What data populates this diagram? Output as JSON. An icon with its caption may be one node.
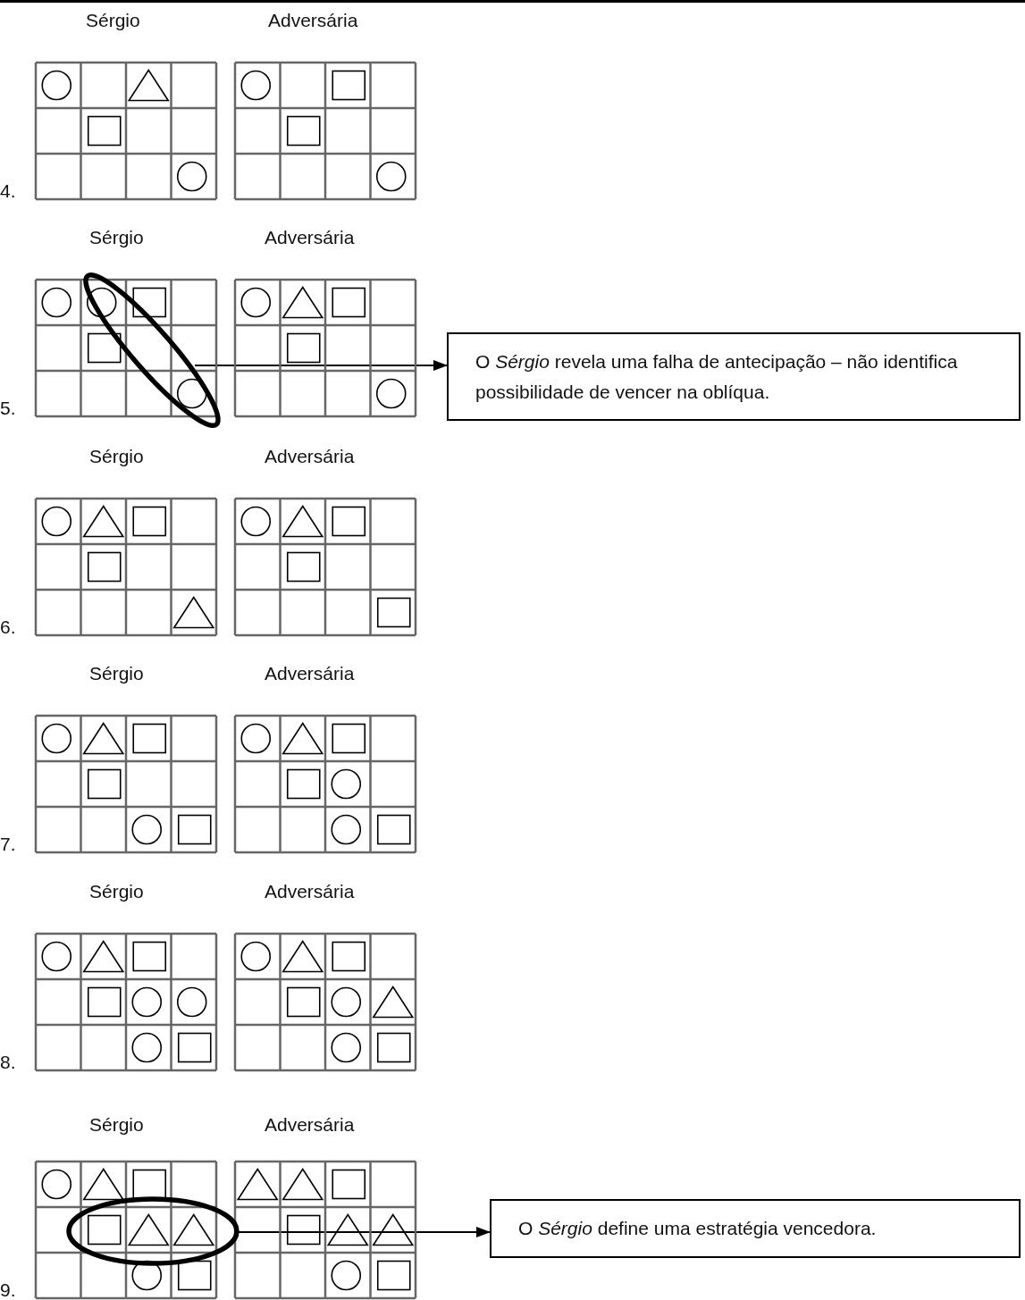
{
  "diagram": {
    "nodes": [
      {
        "text": [],
        "shape": "ellipse"
      },
      {
        "text": [
          "O *Sérgio* revela uma falha de antecipação – não identifica possibilidade de vencer na oblíqua."
        ]
      },
      {
        "text": [],
        "shape": "ellipse"
      },
      {
        "text": [
          "O *Sérgio* define uma estratégia vencedora."
        ]
      }
    ],
    "edges": [
      {
        "from": 0,
        "to": 1,
        "arrow": "to"
      },
      {
        "from": 2,
        "to": 3,
        "arrow": "to"
      }
    ],
    "labels": [
      "Sérgio",
      "Adversária",
      "4.",
      "Sérgio",
      "Adversária",
      "5.",
      "Sérgio",
      "Adversária",
      "6.",
      "Sérgio",
      "Adversária",
      "7.",
      "Sérgio",
      "Adversária",
      "8.",
      "Sérgio",
      "Adversária",
      "9."
    ]
  }
}
